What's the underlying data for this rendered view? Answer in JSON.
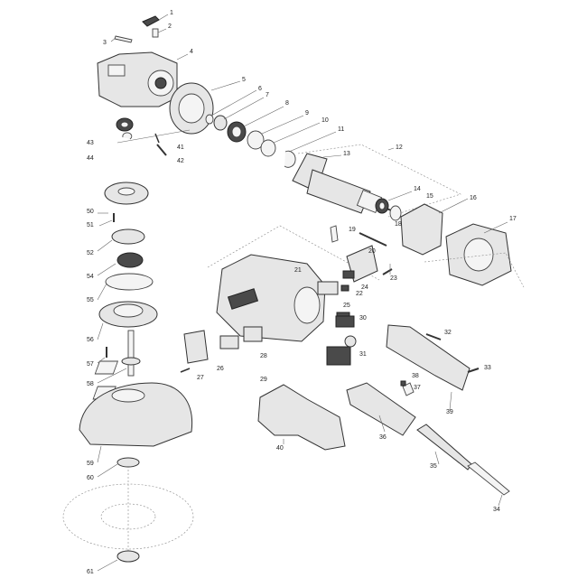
{
  "callouts": {
    "c1": "1",
    "c2": "2",
    "c3": "3",
    "c4": "4",
    "c5": "5",
    "c6": "6",
    "c7": "7",
    "c8": "8",
    "c9": "9",
    "c10": "10",
    "c11": "11",
    "c12": "12",
    "c13": "13",
    "c14": "14",
    "c15": "15",
    "c16": "16",
    "c17": "17",
    "c18": "18",
    "c19": "19",
    "c20": "20",
    "c21": "21",
    "c22": "22",
    "c23": "23",
    "c24": "24",
    "c25": "25",
    "c26": "26",
    "c27": "27",
    "c28": "28",
    "c29": "29",
    "c30": "30",
    "c31": "31",
    "c32": "32",
    "c33": "33",
    "c34": "34",
    "c35": "35",
    "c36": "36",
    "c37": "37",
    "c38": "38",
    "c39": "39",
    "c40": "40",
    "c41": "41",
    "c42": "42",
    "c43": "43",
    "c44": "44",
    "c50": "50",
    "c51": "51",
    "c52": "52",
    "c54": "54",
    "c55": "55",
    "c56": "56",
    "c57": "57",
    "c58": "58",
    "c59": "59",
    "c60": "60",
    "c61": "61"
  }
}
